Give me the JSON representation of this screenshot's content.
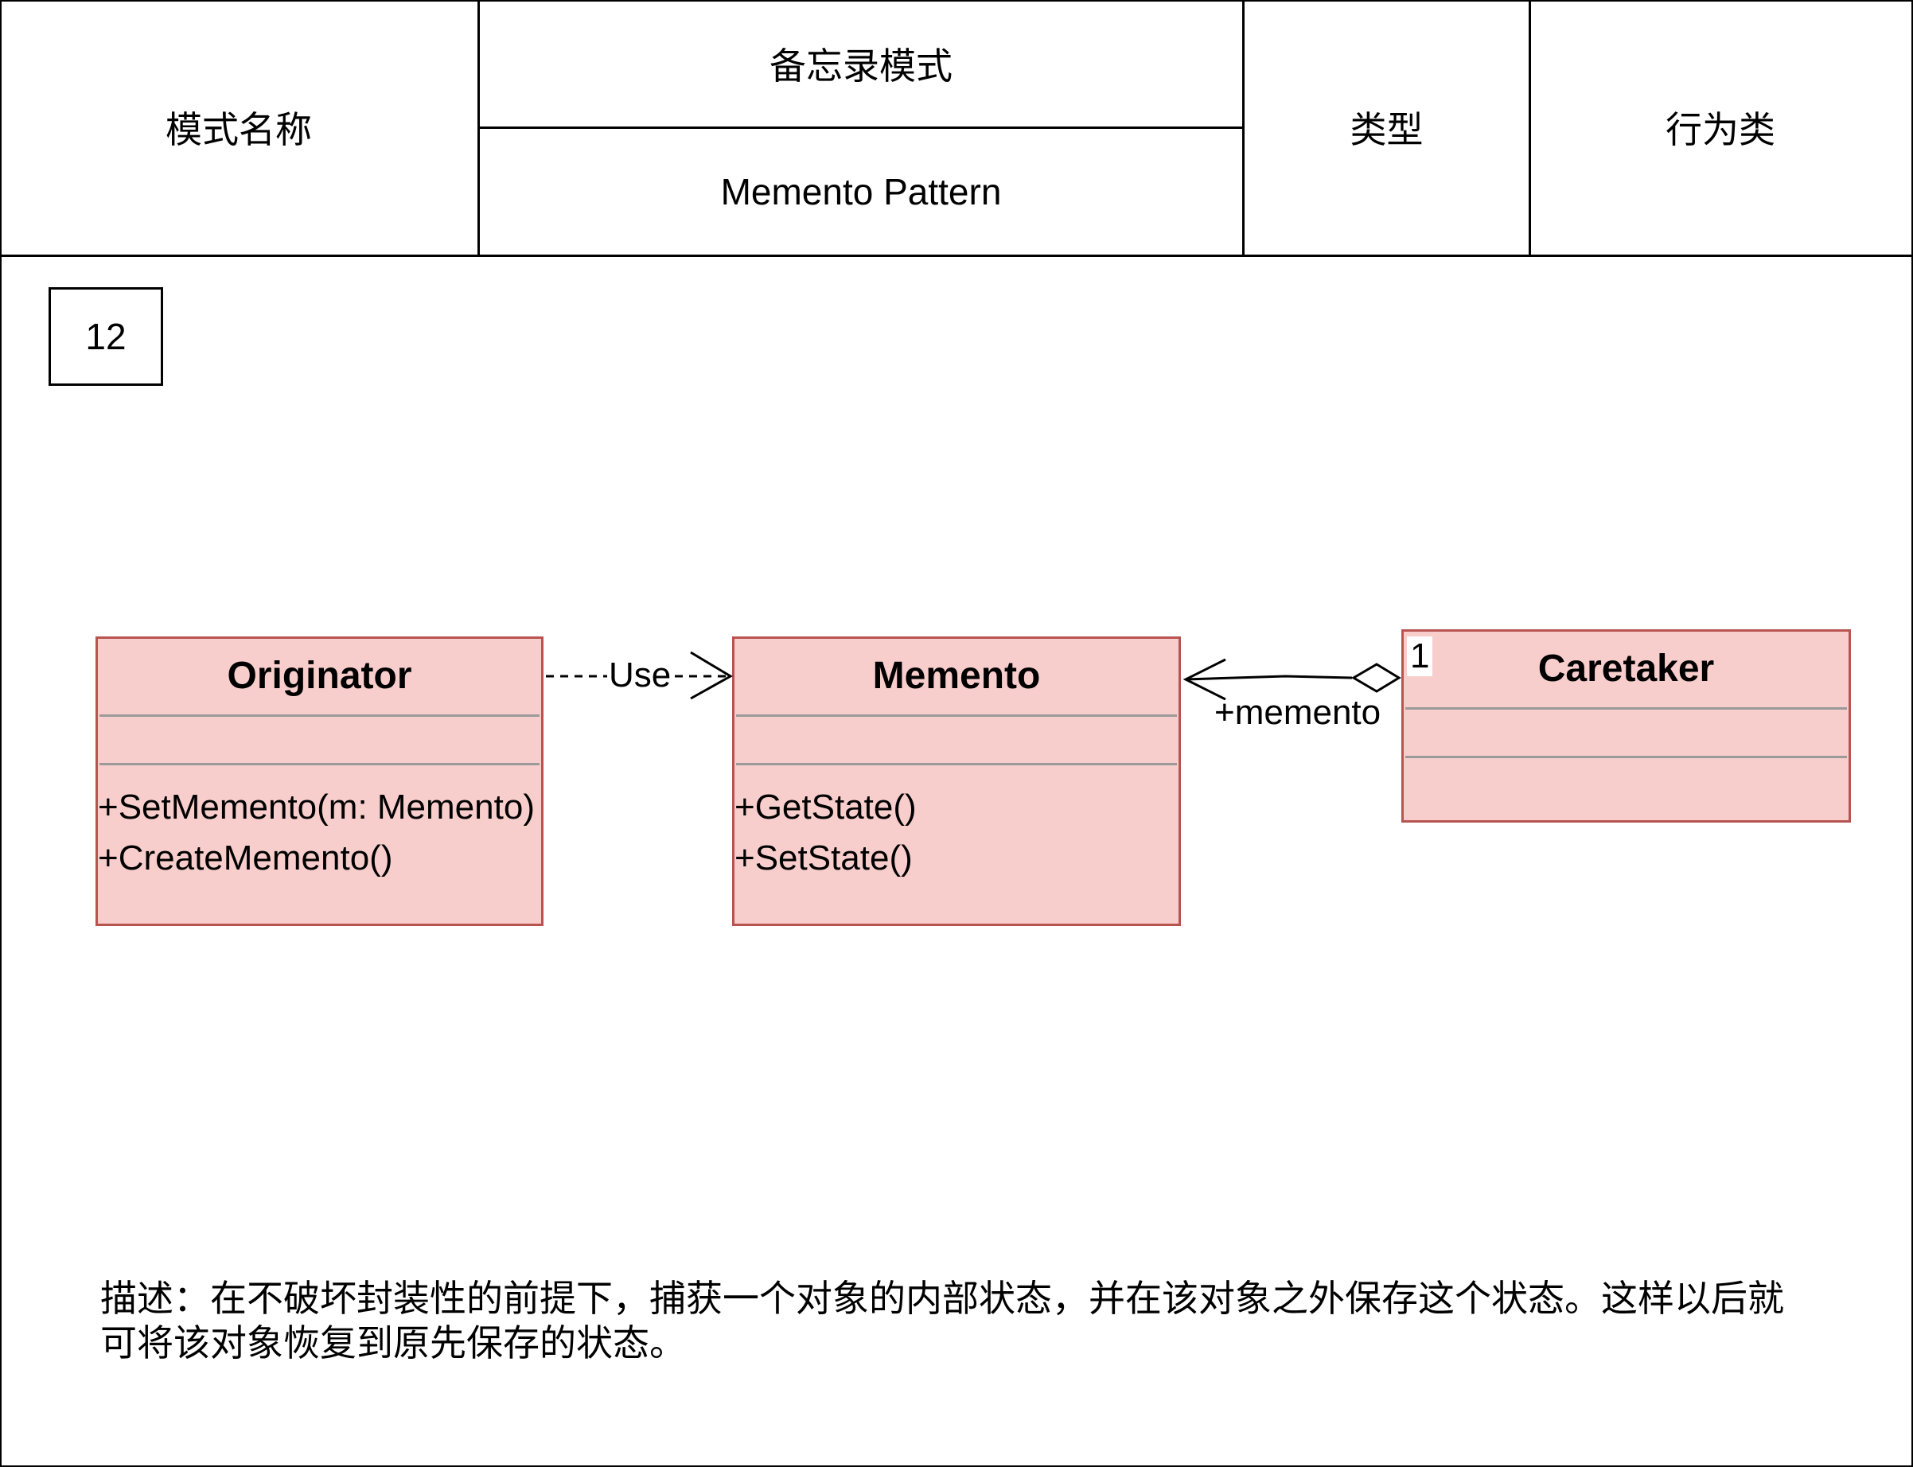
{
  "header": {
    "name_label": "模式名称",
    "name_cn": "备忘录模式",
    "name_en": "Memento Pattern",
    "type_label": "类型",
    "type_value": "行为类"
  },
  "number": "12",
  "classes": {
    "originator": {
      "name": "Originator",
      "operations": [
        "+SetMemento(m: Memento)",
        "+CreateMemento()"
      ]
    },
    "memento": {
      "name": "Memento",
      "operations": [
        "+GetState()",
        "+SetState()"
      ]
    },
    "caretaker": {
      "name": "Caretaker",
      "operations": []
    }
  },
  "relations": {
    "use_label": "Use",
    "role_label": "+memento",
    "multiplicity": "1"
  },
  "description": "描述：在不破坏封装性的前提下，捕获一个对象的内部状态，并在该对象之外保存这个状态。这样以后就可将该对象恢复到原先保存的状态。",
  "colors": {
    "class_fill": "#f8cecc",
    "class_border": "#b85450",
    "separator": "#9a9a9a"
  }
}
